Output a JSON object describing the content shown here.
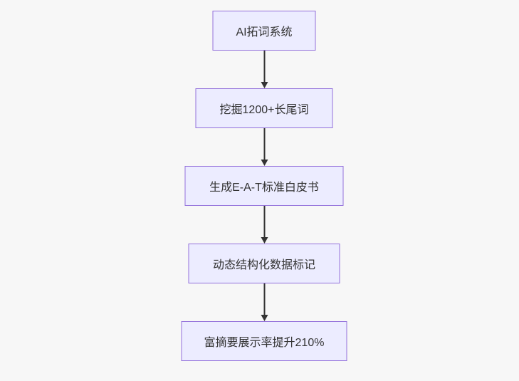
{
  "flowchart": {
    "direction": "top-down",
    "nodes": [
      {
        "label": "AI拓词系统"
      },
      {
        "label": "挖掘1200+长尾词"
      },
      {
        "label": "生成E-A-T标准白皮书"
      },
      {
        "label": "动态结构化数据标记"
      },
      {
        "label": "富摘要展示率提升210%"
      }
    ],
    "edges": [
      {
        "from": "AI拓词系统",
        "to": "挖掘1200+长尾词"
      },
      {
        "from": "挖掘1200+长尾词",
        "to": "生成E-A-T标准白皮书"
      },
      {
        "from": "生成E-A-T标准白皮书",
        "to": "动态结构化数据标记"
      },
      {
        "from": "动态结构化数据标记",
        "to": "富摘要展示率提升210%"
      }
    ],
    "colors": {
      "background": "#f7f7f7",
      "node_fill": "#ececff",
      "node_border": "#9370db",
      "node_text": "#333333",
      "arrow": "#333333"
    }
  }
}
